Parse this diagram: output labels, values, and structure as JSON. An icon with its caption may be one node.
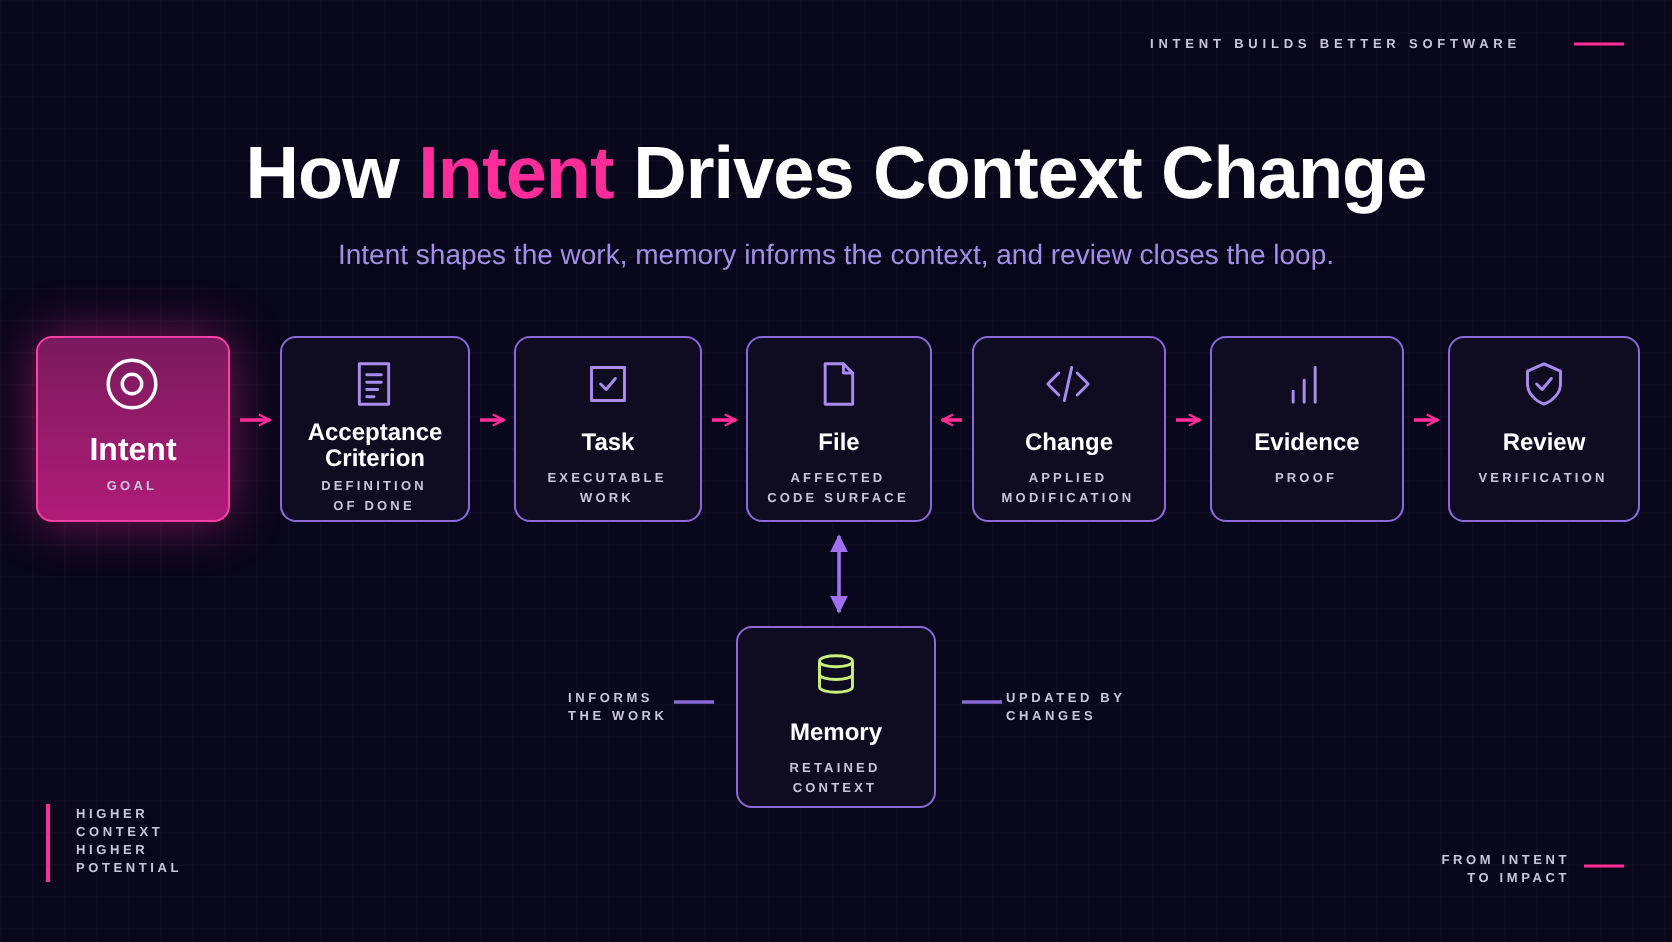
{
  "diagram": {
    "title": "How *Intent* Drives Context Change",
    "nodes": [
      {
        "text": [
          "Intent",
          "GOAL"
        ]
      },
      {
        "text": [
          "Acceptance Criterion",
          "DEFINITION OF DONE"
        ]
      },
      {
        "text": [
          "Task",
          "EXECUTABLE WORK"
        ]
      },
      {
        "text": [
          "File",
          "AFFECTED CODE SURFACE"
        ]
      },
      {
        "text": [
          "Change",
          "APPLIED MODIFICATION"
        ]
      },
      {
        "text": [
          "Evidence",
          "PROOF"
        ]
      },
      {
        "text": [
          "Review",
          "VERIFICATION"
        ]
      },
      {
        "text": [
          "Memory",
          "RETAINED CONTEXT"
        ]
      }
    ],
    "edges": [
      {
        "from": 0,
        "to": 1,
        "arrow": "to"
      },
      {
        "from": 1,
        "to": 2,
        "arrow": "to"
      },
      {
        "from": 2,
        "to": 3,
        "arrow": "to"
      },
      {
        "from": 4,
        "to": 3,
        "arrow": "to"
      },
      {
        "from": 4,
        "to": 5,
        "arrow": "to"
      },
      {
        "from": 5,
        "to": 6,
        "arrow": "to"
      },
      {
        "from": 3,
        "to": 7,
        "arrow": "both",
        "color": "#a070f0"
      }
    ],
    "labels": [
      "INTENT BUILDS BETTER SOFTWARE",
      "Intent shapes the work, memory informs the context, and review closes the loop.",
      "INFORMS THE WORK",
      "UPDATED BY CHANGES",
      "HIGHER CONTEXT HIGHER POTENTIAL",
      "FROM INTENT TO IMPACT"
    ]
  }
}
